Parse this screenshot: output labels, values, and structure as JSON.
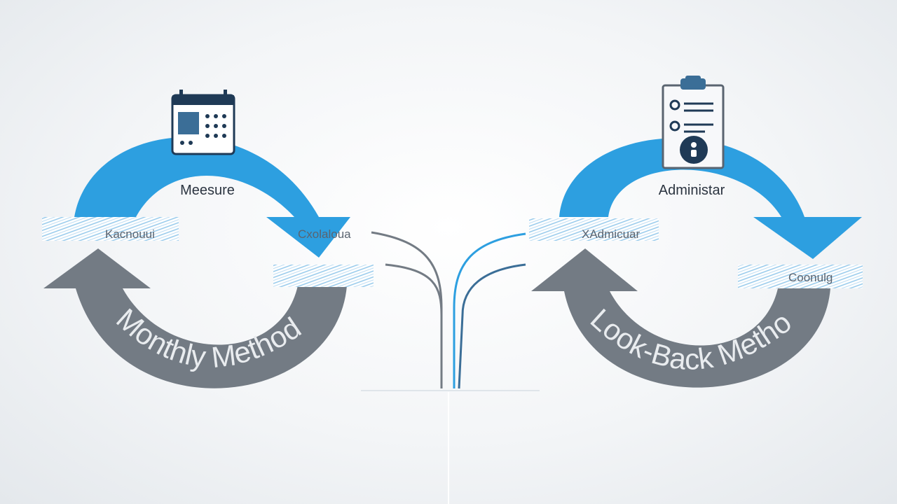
{
  "diagram": {
    "left": {
      "top_label": "Meesure",
      "band_left_text": "Kacnouui",
      "band_right_text": "Cxolaloua",
      "curve_text": "Monthly Method",
      "icon": "calendar-icon"
    },
    "right": {
      "top_label": "Administar",
      "band_left_text": "XAdmicuar",
      "band_right_text": "Coonulg",
      "curve_text": "Look-Back Method",
      "icon": "clipboard-icon"
    },
    "colors": {
      "blue_arrow": "#2d9fe0",
      "gray_arrow": "#737b84",
      "icon_navy": "#1f3a56",
      "icon_fill": "#3b6e97"
    }
  }
}
